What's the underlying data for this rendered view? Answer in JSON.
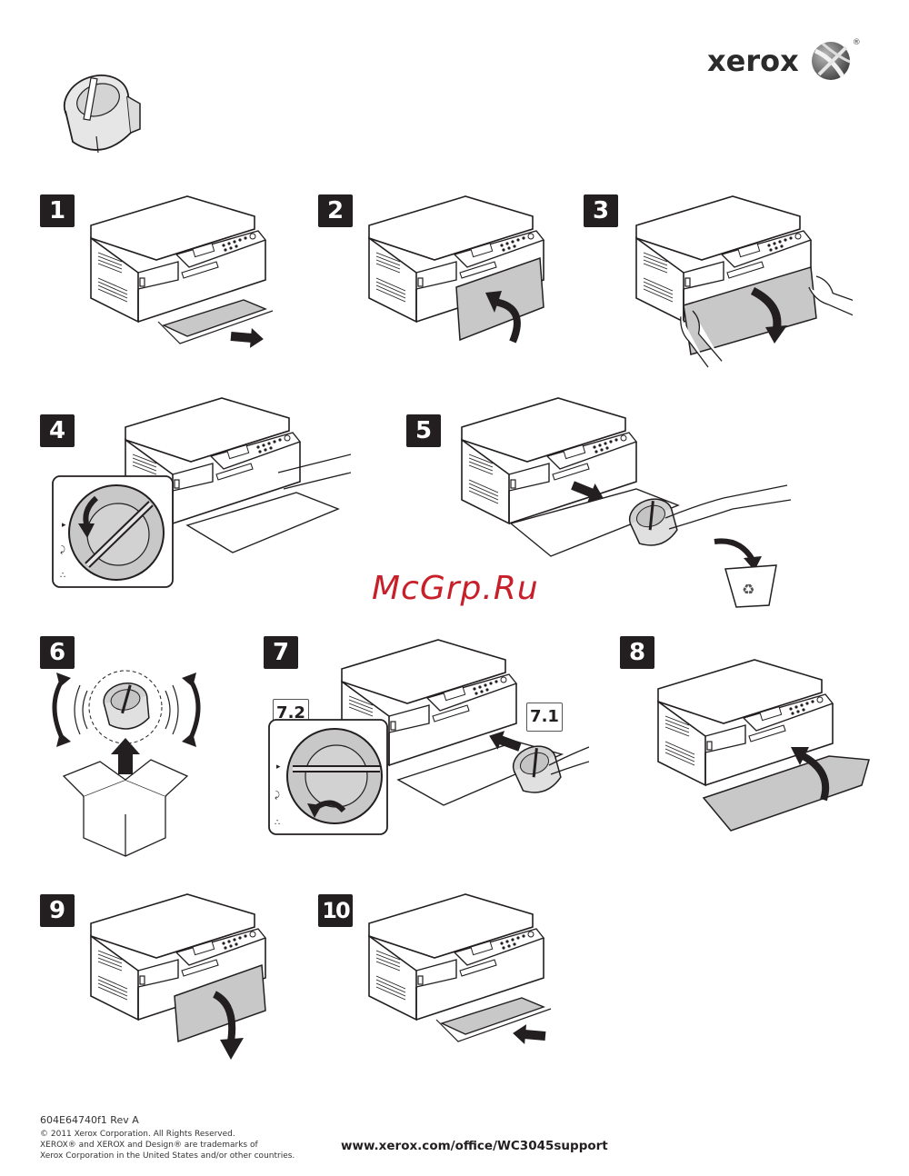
{
  "brand": {
    "name": "xerox",
    "registered": "®",
    "logo_icon": "xerox-globe-icon"
  },
  "header": {
    "product_icon": "toner-cartridge-icon"
  },
  "steps": [
    {
      "label": "1",
      "description_icon": "pull-out-paper-tray-icon"
    },
    {
      "label": "2",
      "description_icon": "lift-front-cover-icon"
    },
    {
      "label": "3",
      "description_icon": "open-front-cover-icon"
    },
    {
      "label": "4",
      "description_icon": "rotate-toner-unlock-icon"
    },
    {
      "label": "5",
      "description_icon": "remove-toner-recycle-icon"
    },
    {
      "label": "6",
      "description_icon": "shake-new-toner-icon"
    },
    {
      "label": "7",
      "description_icon": "insert-and-lock-toner-icon",
      "substeps": [
        "7.1",
        "7.2"
      ]
    },
    {
      "label": "8",
      "description_icon": "close-front-cover-icon"
    },
    {
      "label": "9",
      "description_icon": "close-lower-cover-icon"
    },
    {
      "label": "10",
      "description_icon": "push-in-paper-tray-icon"
    }
  ],
  "watermark": "McGrp.Ru",
  "footer": {
    "doc_code": "604E64740f1 Rev A",
    "copyright": "© 2011 Xerox Corporation. All Rights Reserved.",
    "trademark_line1": "XEROX® and XEROX and Design® are trademarks of",
    "trademark_line2": "Xerox Corporation in the United States and/or other countries.",
    "url": "www.xerox.com/office/WC3045support"
  },
  "colors": {
    "ink": "#231f20",
    "fill_grey": "#c8c8c8",
    "watermark": "#c8202a"
  }
}
